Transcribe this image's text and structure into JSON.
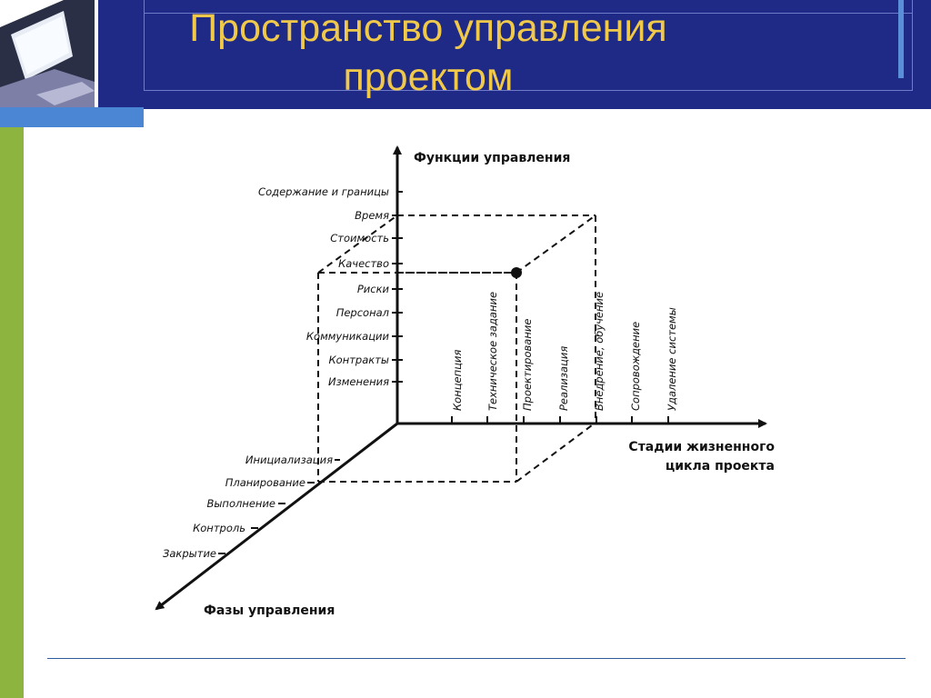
{
  "slide": {
    "title_line1": "Пространство управления",
    "title_line2": "проектом"
  },
  "diagram": {
    "vertical_axis": {
      "title": "Функции управления",
      "labels": [
        "Содержание и границы",
        "Время",
        "Стоимость",
        "Качество",
        "Риски",
        "Персонал",
        "Коммуникации",
        "Контракты",
        "Изменения"
      ]
    },
    "horizontal_axis": {
      "title_line1": "Стадии жизненного",
      "title_line2": "цикла проекта",
      "labels": [
        "Концепция",
        "Техническое задание",
        "Проектирование",
        "Реализация",
        "Внедрение, обучение",
        "Сопровождение",
        "Удаление системы"
      ]
    },
    "diagonal_axis": {
      "title": "Фазы управления",
      "labels": [
        "Инициализация",
        "Планирование",
        "Выполнение",
        "Контроль",
        "Закрытие"
      ]
    }
  },
  "colors": {
    "header_bg": "#1f2a86",
    "title_text": "#f0c94a",
    "left_bar": "#8db43f",
    "accent_blue": "#4a86d4",
    "footer_line": "#2f5c9c"
  }
}
